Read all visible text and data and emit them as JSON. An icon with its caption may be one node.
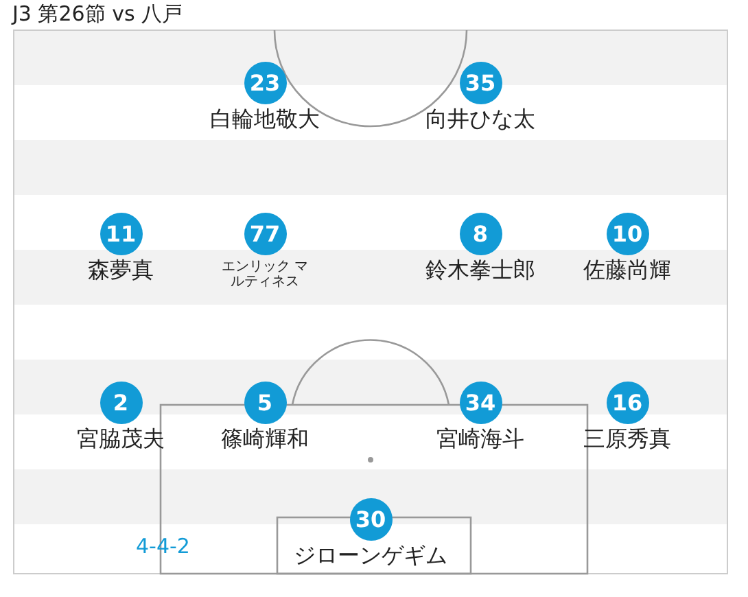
{
  "diagram": {
    "title": "J3 第26節 vs 八戸",
    "nodes": [
      {
        "text": [
          "23",
          "白輪地敬大"
        ]
      },
      {
        "text": [
          "35",
          "向井ひな太"
        ]
      },
      {
        "text": [
          "11",
          "森夢真"
        ]
      },
      {
        "text": [
          "77",
          "エンリック マルティネス"
        ]
      },
      {
        "text": [
          "8",
          "鈴木拳士郎"
        ]
      },
      {
        "text": [
          "10",
          "佐藤尚輝"
        ]
      },
      {
        "text": [
          "2",
          "宮脇茂夫"
        ]
      },
      {
        "text": [
          "5",
          "篠崎輝和"
        ]
      },
      {
        "text": [
          "34",
          "宮崎海斗"
        ]
      },
      {
        "text": [
          "16",
          "三原秀真"
        ]
      },
      {
        "text": [
          "30",
          "ジローンゲギム"
        ]
      }
    ],
    "labels": [
      "4-4-2"
    ]
  }
}
